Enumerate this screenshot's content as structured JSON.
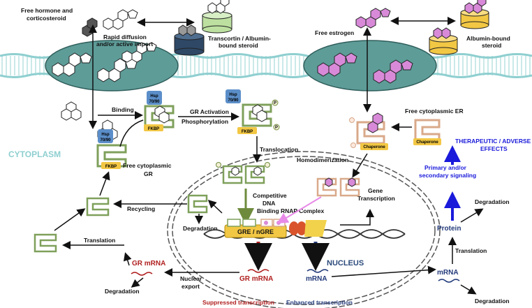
{
  "labels": {
    "free_hormone_l1": "Free hormone and",
    "free_hormone_l2": "corticosteroid",
    "rapid_l1": "Rapid diffusion",
    "rapid_l2": "and/or active import",
    "transcortin_l1": "Transcortin / Albumin-",
    "transcortin_l2": "bound steroid",
    "free_estrogen": "Free estrogen",
    "albumin_l1": "Albumin-bound",
    "albumin_l2": "steroid",
    "binding": "Binding",
    "gr_activation": "GR Activation",
    "phosphorylation": "Phosphorylation",
    "free_er": "Free cytoplasmic ER",
    "cytoplasm": "CYTOPLASM",
    "free_gr_l1": "Free cytoplasmic",
    "free_gr_l2": "GR",
    "translocation": "Translocation",
    "homodimerization": "Homodimerization",
    "therapeutic_l1": "THERAPEUTIC / ADVERSE",
    "therapeutic_l2": "EFFECTS",
    "primary_l1": "Primary and/or",
    "primary_l2": "secondary signaling",
    "competitive_l1": "Competitive",
    "competitive_l2": "DNA",
    "competitive_l3": "Binding",
    "recycling": "Recycling",
    "gene_l1": "Gene",
    "gene_l2": "Transcription",
    "degradation_cyto": "Degradation",
    "degradation_protein": "Degradation",
    "rnap": "RNAP Complex",
    "gre": "GRE / nGRE",
    "nucleus": "NUCLEUS",
    "protein": "Protein",
    "translation_right": "Translation",
    "translation_left": "Translation",
    "gr_mrna_cyto": "GR mRNA",
    "gr_mrna_nuc": "GR mRNA",
    "mrna_nuc": "mRNA",
    "mrna_cyto": "mRNA",
    "degradation_grmrna": "Degradation",
    "nuclear_l1": "Nuclear",
    "nuclear_l2": "export",
    "degradation_mrna": "Degradation",
    "suppressed": "Suppressed transcription",
    "enhanced": "Enhanced transcription",
    "hsp_l1": "Hsp",
    "hsp_l2": "70/90",
    "fkbp": "FKBP",
    "chaperone": "Chaperone",
    "p": "P"
  },
  "colors": {
    "membrane": "#7fc6c4",
    "membrane_line": "#b9e2e0",
    "gr_receptor": "#7fa05b",
    "er_receptor": "#d9a98a",
    "estrogen": "#d88ad8",
    "hsp": "#5b8ec9",
    "fkbp": "#f2c744",
    "chaperone": "#f2c744",
    "gre_arrow": "#6e8b3d",
    "ngre_arrow": "#e88ae8",
    "suppressed": "#b01f1f",
    "enhanced": "#223a7a",
    "signaling": "#1a1adb",
    "cytoplasm_text": "#8fcfd0",
    "nucleus_text": "#2b4a7a"
  }
}
